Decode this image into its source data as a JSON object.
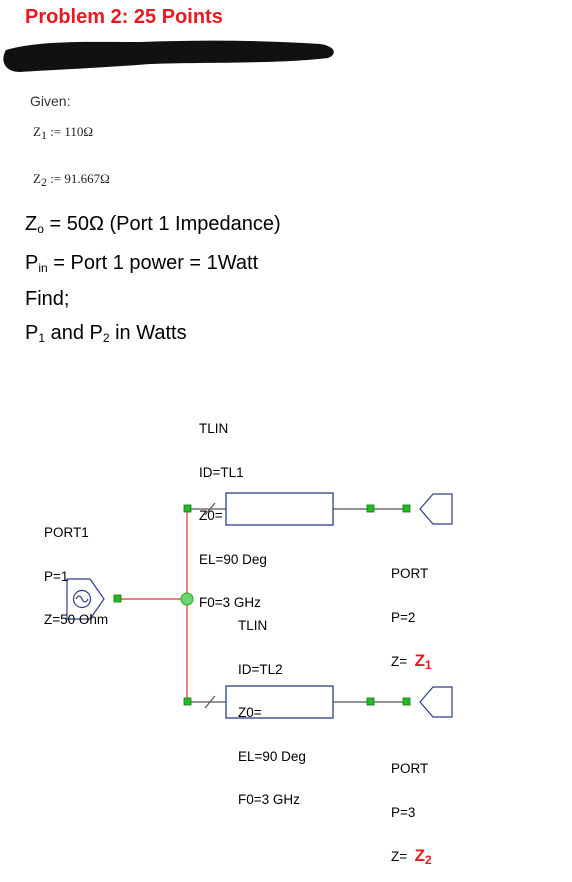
{
  "header": {
    "title": "Problem 2: 25 Points"
  },
  "given": {
    "label": "Given:",
    "z1_name": "Z",
    "z1_sub": "1",
    "z1_value": ":= 110Ω",
    "z2_name": "Z",
    "z2_sub": "2",
    "z2_value": ":= 91.667Ω"
  },
  "statements": {
    "z0_prefix": "Z",
    "z0_sub": "o",
    "z0_text": " = 50Ω (Port 1 Impedance)",
    "pin_prefix": "P",
    "pin_sub": "in",
    "pin_text": " = Port 1 power = 1Watt",
    "find": "Find;",
    "p1": "P",
    "p1_sub": "1",
    "and": " and P",
    "p2_sub": "2",
    "watts": " in Watts"
  },
  "schematic": {
    "tl1": {
      "name": "TLIN",
      "id": "ID=TL1",
      "z0": "Z0=",
      "el": "EL=90 Deg",
      "f0": "F0=3 GHz"
    },
    "tl2": {
      "name": "TLIN",
      "id": "ID=TL2",
      "z0": "Z0=",
      "el": "EL=90 Deg",
      "f0": "F0=3 GHz"
    },
    "port1": {
      "name": "PORT1",
      "p": "P=1",
      "z": "Z=50 Ohm"
    },
    "port2": {
      "name": "PORT",
      "p": "P=2",
      "z": "Z=",
      "z_value": "Z",
      "z_sub": "1"
    },
    "port3": {
      "name": "PORT",
      "p": "P=3",
      "z": "Z=",
      "z_value": "Z",
      "z_sub": "2"
    }
  },
  "colors": {
    "title_red": "#e8191f",
    "wire_red": "#d33",
    "node_green": "#22bb22"
  }
}
